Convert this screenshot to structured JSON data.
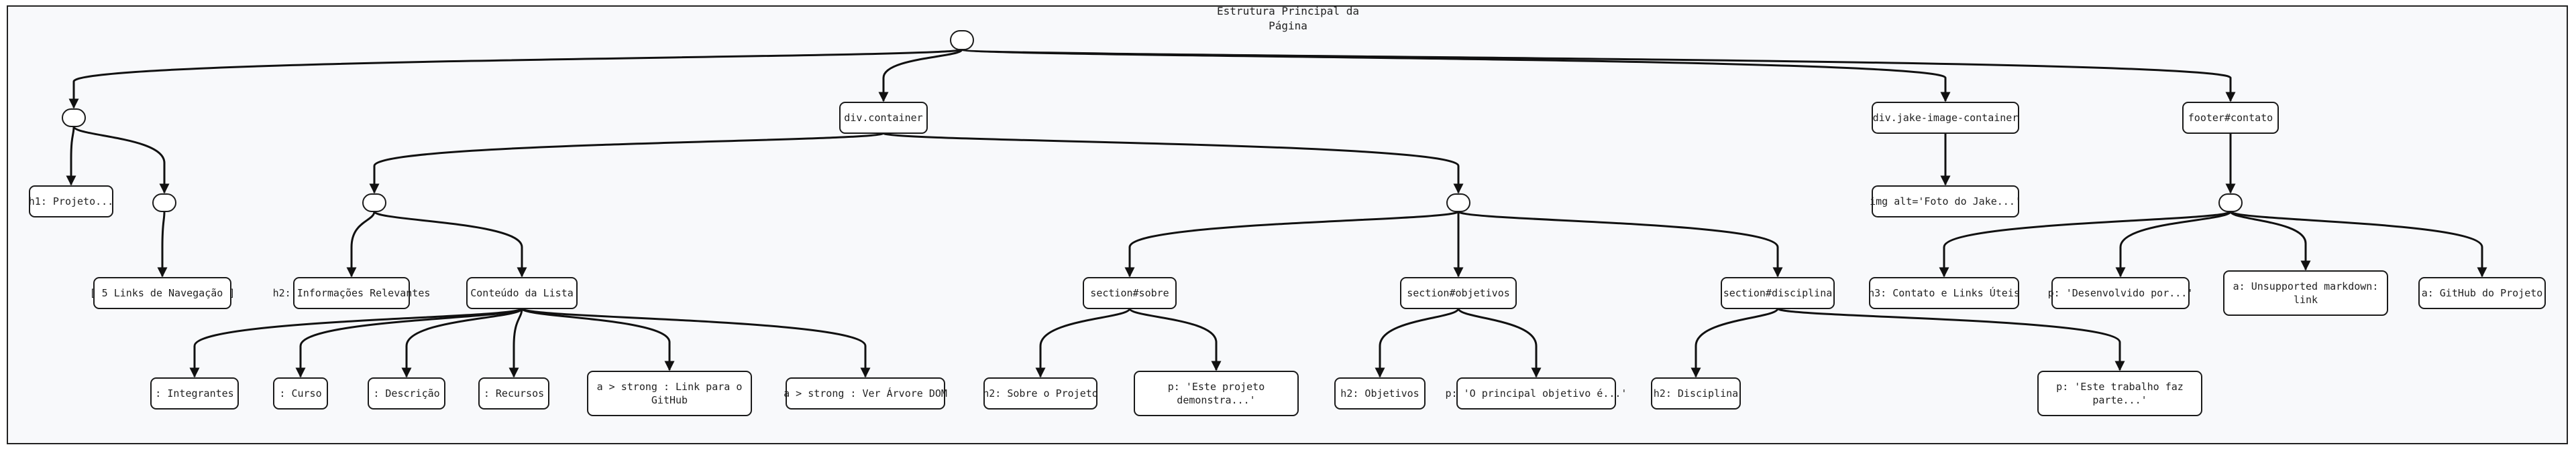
{
  "title_lines": [
    "Estrutura Principal da",
    "Página"
  ],
  "nodes": {
    "root": "",
    "header_group": "",
    "h1": "h1: Projeto...",
    "nav_group": "",
    "nav_links": "[ 5 Links de Navegação ]",
    "container": "div.container",
    "container_left": "",
    "h2_info": "h2: Informações Relevantes",
    "lista": "Conteúdo da Lista",
    "integrantes": ": Integrantes",
    "curso": ": Curso",
    "descricao": ": Descrição",
    "recursos": ": Recursos",
    "link_github": [
      "a > strong : Link para o",
      "GitHub"
    ],
    "ver_arvore": "a > strong : Ver Árvore DOM",
    "sections_group": "",
    "sobre": "section#sobre",
    "h2_sobre": "h2: Sobre o Projeto",
    "p_sobre": [
      "p: 'Este projeto",
      "demonstra...'"
    ],
    "objetivos": "section#objetivos",
    "h2_obj": "h2: Objetivos",
    "p_obj": "p: 'O principal objetivo é...'",
    "disciplina": "section#disciplina",
    "h2_disc": "h2: Disciplina",
    "p_disc": [
      "p: 'Este trabalho faz",
      "parte...'"
    ],
    "jake": "div.jake-image-container",
    "img": "img alt='Foto do Jake...'",
    "footer": "footer#contato",
    "footer_group": "",
    "h3_contato": "h3: Contato e Links Úteis",
    "p_dev": "p: 'Desenvolvido por...'",
    "unsupported": [
      "a: Unsupported markdown:",
      "link"
    ],
    "github_proj": "a: GitHub do Projeto"
  }
}
